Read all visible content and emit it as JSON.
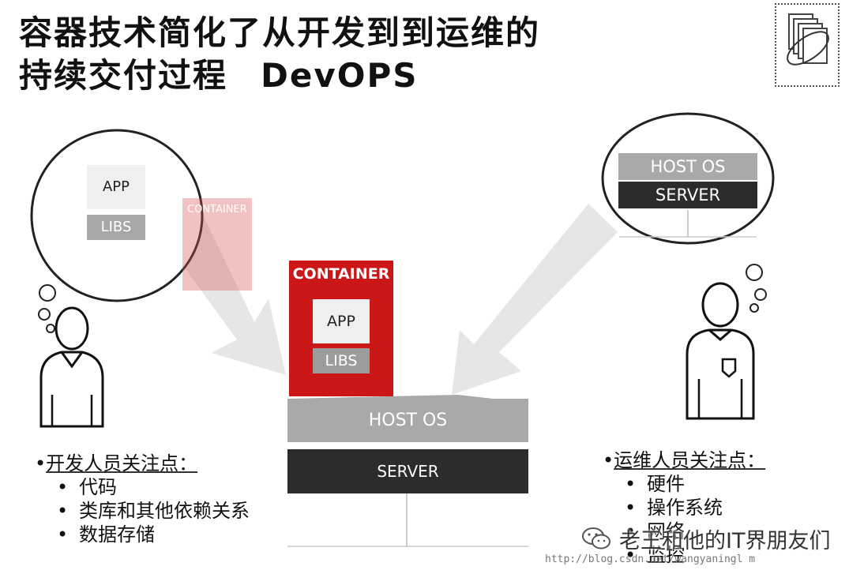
{
  "title": {
    "line1": "容器技术简化了从开发到到运维的",
    "line2": "持续交付过程",
    "line2_en": "DevOPS"
  },
  "developer_bubble": {
    "app_label": "APP",
    "libs_label": "LIBS",
    "faded_container_label": "CONTAINER"
  },
  "center_stack": {
    "container_label": "CONTAINER",
    "app_label": "APP",
    "libs_label": "LIBS",
    "host_os_label": "HOST OS",
    "server_label": "SERVER"
  },
  "ops_bubble": {
    "host_os_label": "HOST OS",
    "server_label": "SERVER"
  },
  "developer_concerns": {
    "heading": "开发人员关注点：",
    "items": [
      "代码",
      "类库和其他依赖关系",
      "数据存储"
    ]
  },
  "ops_concerns": {
    "heading": "运维人员关注点：",
    "items": [
      "硬件",
      "操作系统",
      "网络",
      "监控"
    ]
  },
  "watermark": {
    "text": "老王和他的IT界朋友们",
    "url": "http://blog.csdn.net/wangyaningl m"
  },
  "colors": {
    "container_red": "#cc1718",
    "host_gray": "#a9a9a9",
    "server_dark": "#2d2b2c",
    "arrow_gray": "#e6e6e6"
  }
}
